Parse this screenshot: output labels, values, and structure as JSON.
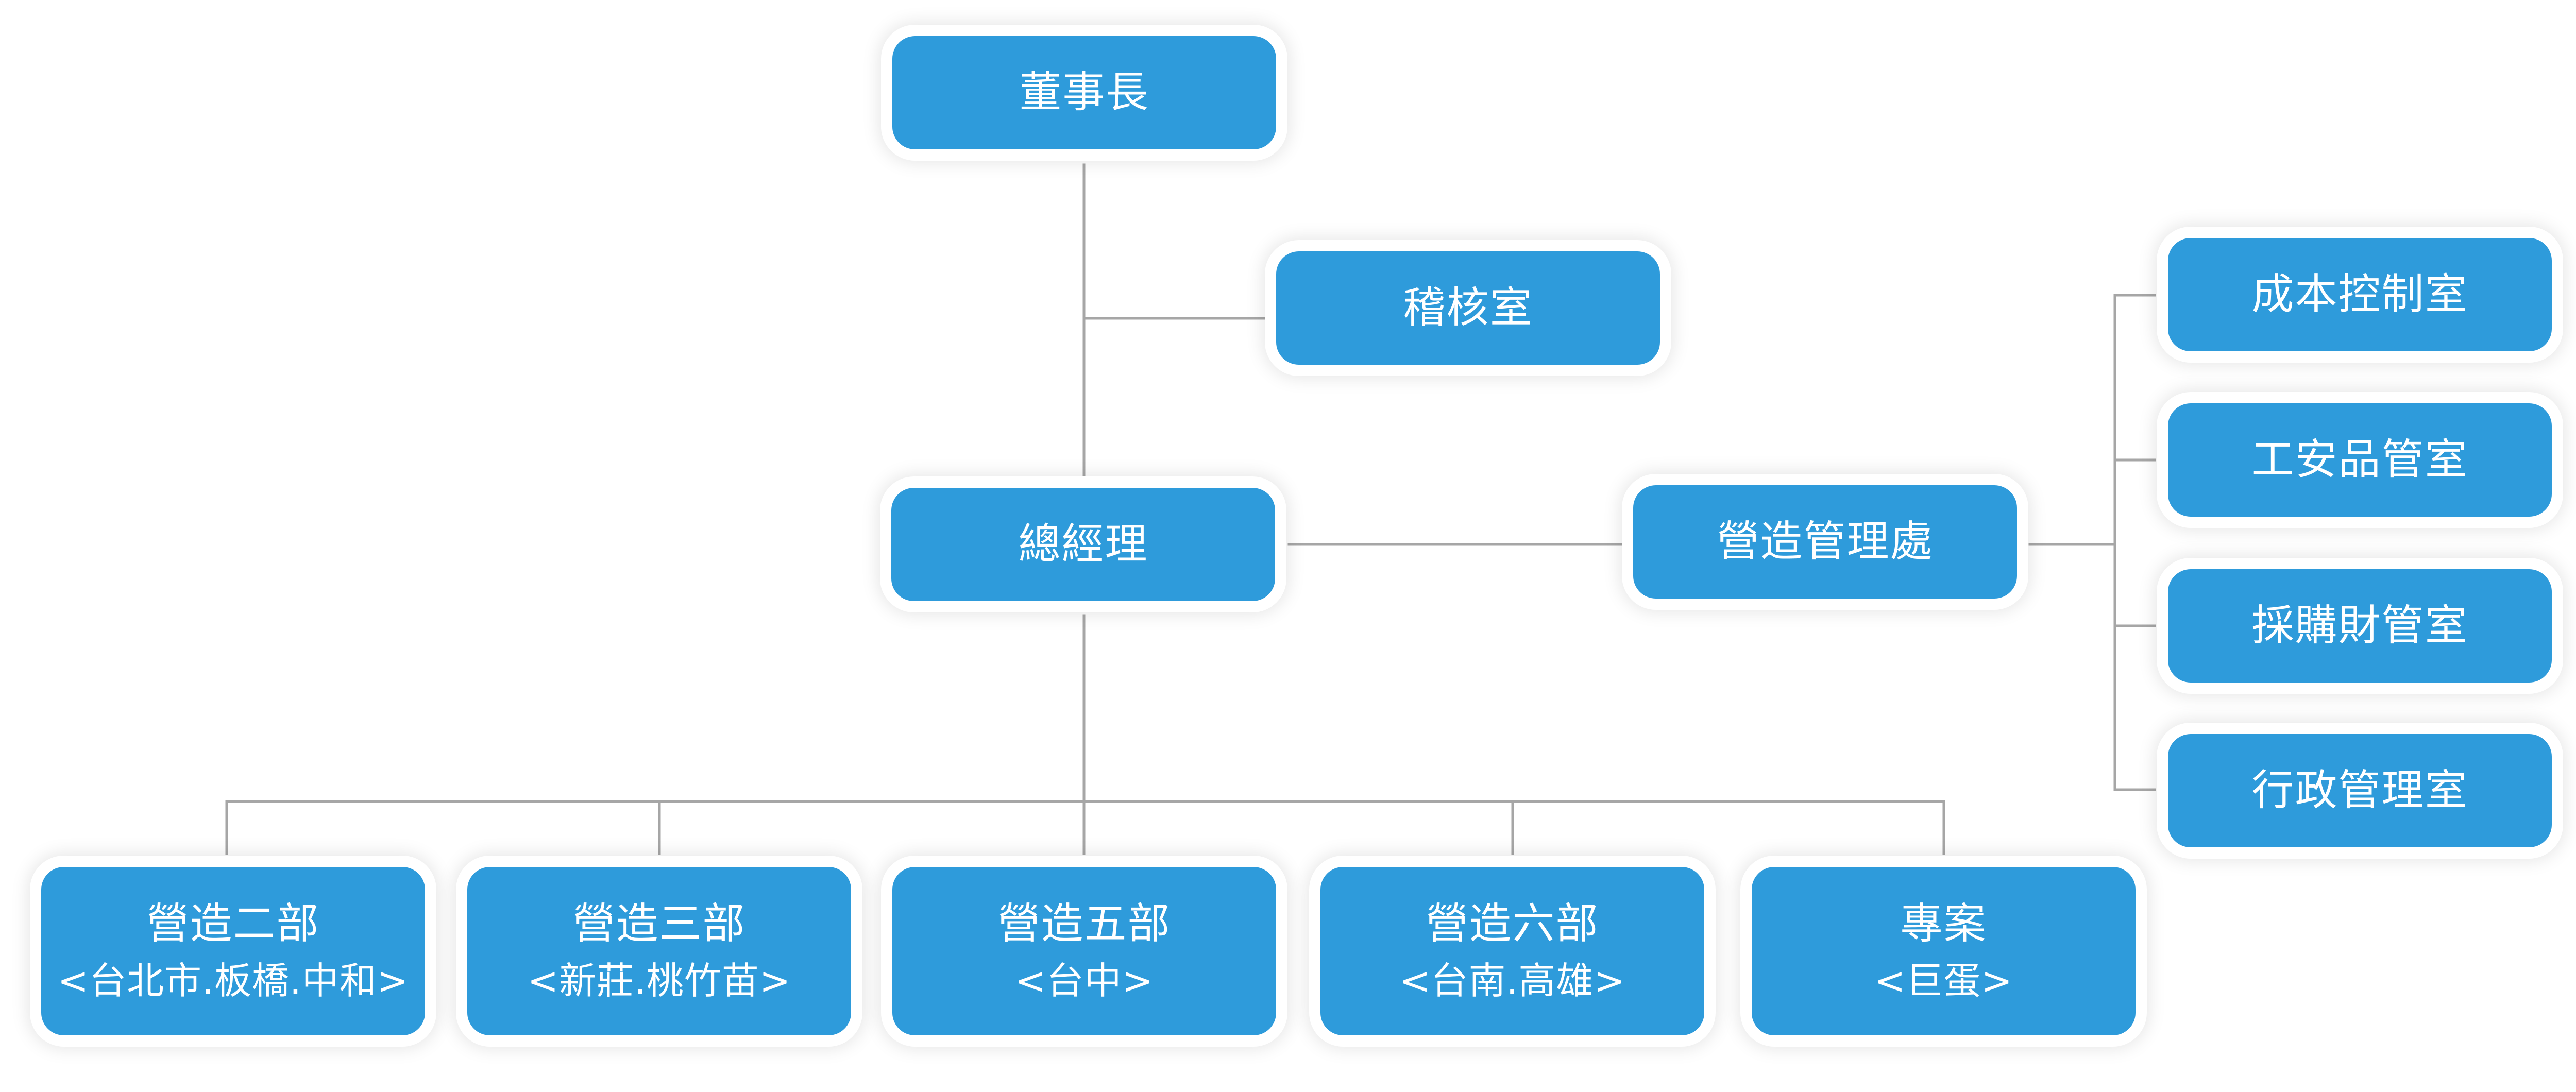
{
  "colors": {
    "node_fill": "#2e9bdb",
    "node_text": "#ffffff",
    "connector": "#a6a6a6",
    "background": "#ffffff"
  },
  "nodes": {
    "chairman": "董事長",
    "audit": "稽核室",
    "gm": "總經理",
    "construction_mgmt": "營造管理處",
    "cost_control": "成本控制室",
    "safety_quality": "工安品管室",
    "procurement_finance": "採購財管室",
    "admin_mgmt": "行政管理室",
    "dept2": {
      "title": "營造二部",
      "sub": "<台北市.板橋.中和>"
    },
    "dept3": {
      "title": "營造三部",
      "sub": "<新莊.桃竹苗>"
    },
    "dept5": {
      "title": "營造五部",
      "sub": "<台中>"
    },
    "dept6": {
      "title": "營造六部",
      "sub": "<台南.高雄>"
    },
    "project": {
      "title": "專案",
      "sub": "<巨蛋>"
    }
  }
}
